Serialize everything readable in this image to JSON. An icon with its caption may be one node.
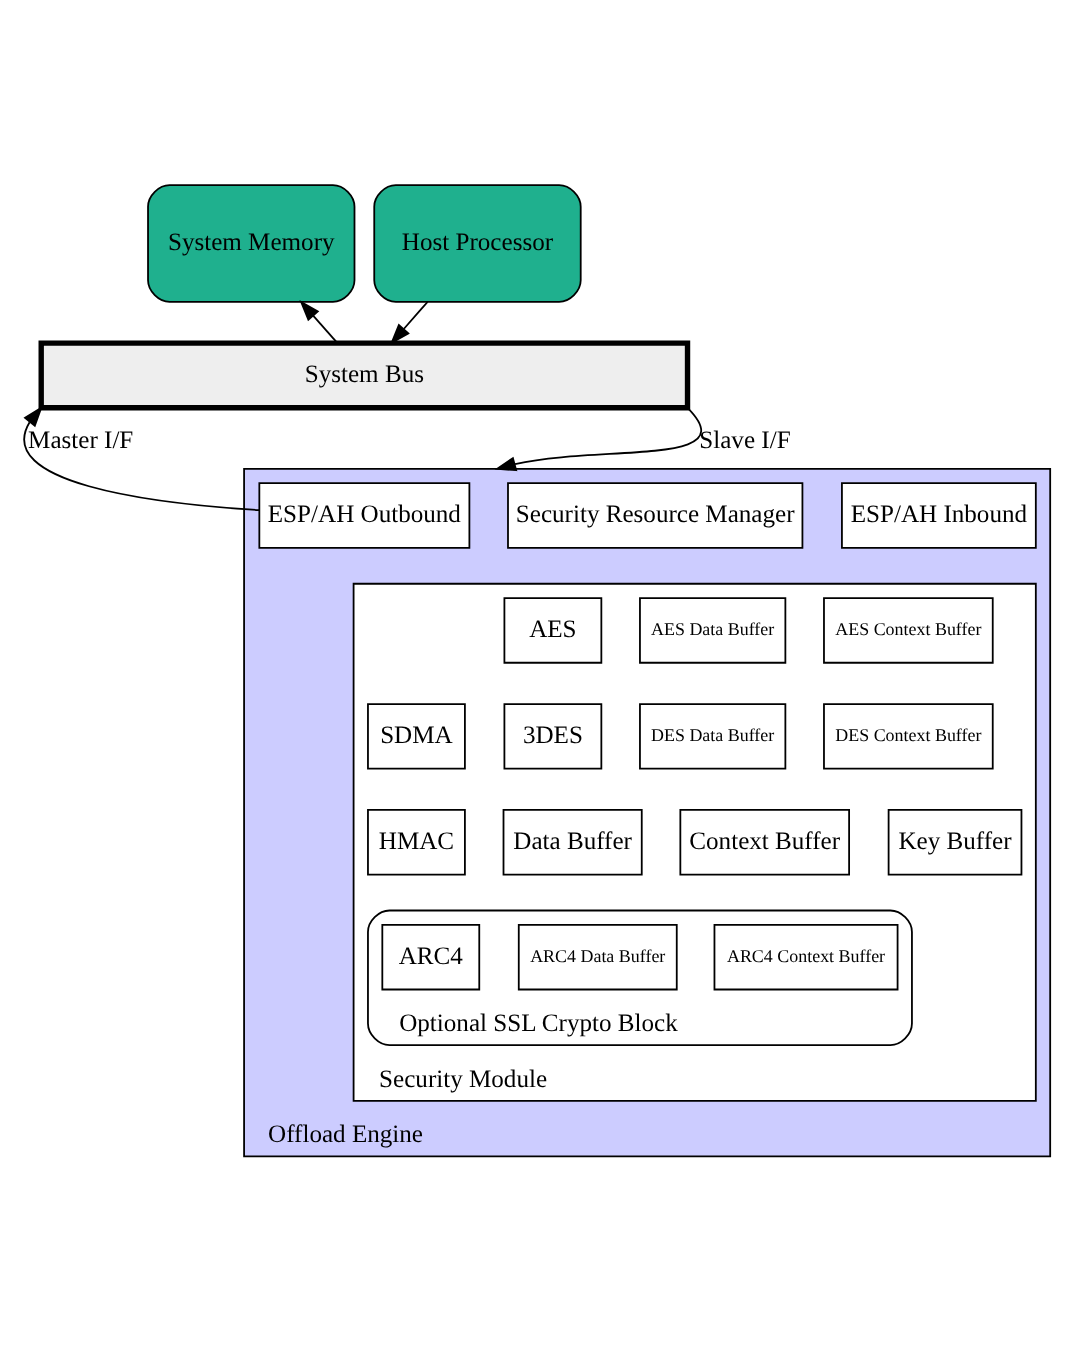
{
  "diagram": {
    "nodes": [
      {
        "text": [
          "System Memory"
        ]
      },
      {
        "text": [
          "Host Processor"
        ]
      },
      {
        "text": [
          "System Bus"
        ]
      },
      {
        "text": [
          "Offload Engine"
        ]
      },
      {
        "text": [
          "ESP/AH Outbound"
        ],
        "in": 3
      },
      {
        "text": [
          "Security Resource Manager"
        ],
        "in": 3
      },
      {
        "text": [
          "ESP/AH Inbound"
        ],
        "in": 3
      },
      {
        "text": [
          "Security Module"
        ],
        "in": 3
      },
      {
        "text": [
          "SDMA"
        ],
        "in": 7
      },
      {
        "text": [
          "AES"
        ],
        "in": 7
      },
      {
        "text": [
          "AES Data Buffer"
        ],
        "in": 7
      },
      {
        "text": [
          "AES Context Buffer"
        ],
        "in": 7
      },
      {
        "text": [
          "3DES"
        ],
        "in": 7
      },
      {
        "text": [
          "DES Data Buffer"
        ],
        "in": 7
      },
      {
        "text": [
          "DES Context Buffer"
        ],
        "in": 7
      },
      {
        "text": [
          "HMAC"
        ],
        "in": 7
      },
      {
        "text": [
          "Data Buffer"
        ],
        "in": 7
      },
      {
        "text": [
          "Context Buffer"
        ],
        "in": 7
      },
      {
        "text": [
          "Key Buffer"
        ],
        "in": 7
      },
      {
        "text": [
          "Optional SSL Crypto Block"
        ],
        "in": 7
      },
      {
        "text": [
          "ARC4"
        ],
        "in": 19
      },
      {
        "text": [
          "ARC4 Data Buffer"
        ],
        "in": 19
      },
      {
        "text": [
          "ARC4 Context Buffer"
        ],
        "in": 19
      }
    ],
    "edges": [
      {
        "from": 2,
        "to": 0,
        "arrow": "to"
      },
      {
        "from": 1,
        "to": 2,
        "arrow": "to"
      },
      {
        "from": 3,
        "to": 2,
        "arrow": "to",
        "label": "Master I/F"
      },
      {
        "from": 2,
        "to": 3,
        "arrow": "to",
        "label": "Slave I/F"
      }
    ]
  }
}
